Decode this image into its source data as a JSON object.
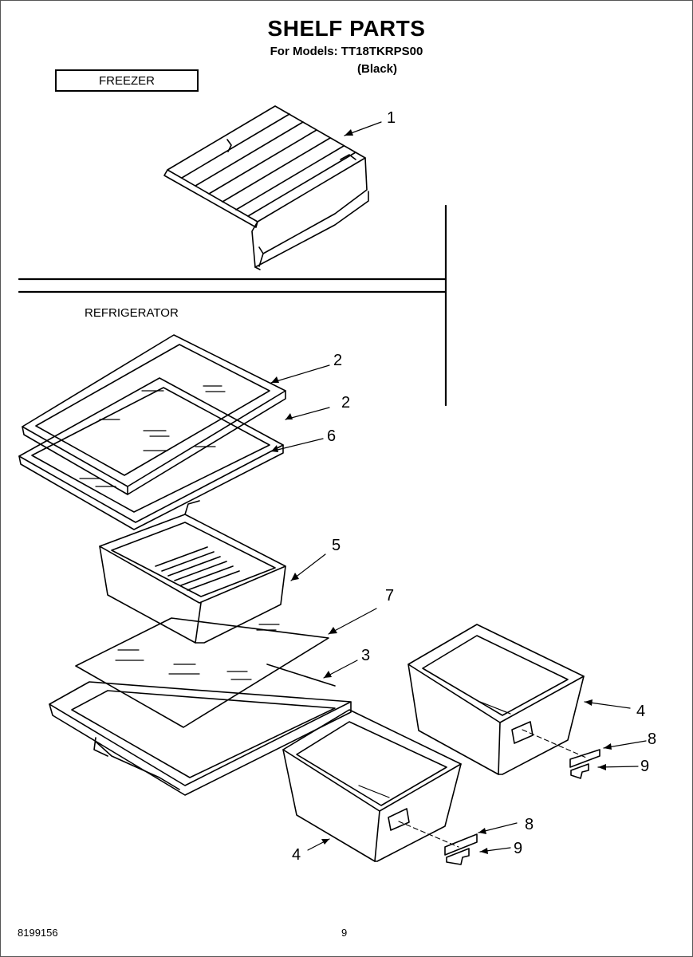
{
  "header": {
    "title": "SHELF PARTS",
    "models_line": "For Models: TT18TKRPS00",
    "variant": "(Black)"
  },
  "sections": {
    "freezer": "FREEZER",
    "refrigerator": "REFRIGERATOR"
  },
  "callouts": {
    "c1": "1",
    "c2a": "2",
    "c2b": "2",
    "c6": "6",
    "c5": "5",
    "c7": "7",
    "c3": "3",
    "c4a": "4",
    "c8a": "8",
    "c9a": "9",
    "c8b": "8",
    "c9b": "9",
    "c4b": "4"
  },
  "footer": {
    "doc_number": "8199156",
    "page_number": "9"
  }
}
